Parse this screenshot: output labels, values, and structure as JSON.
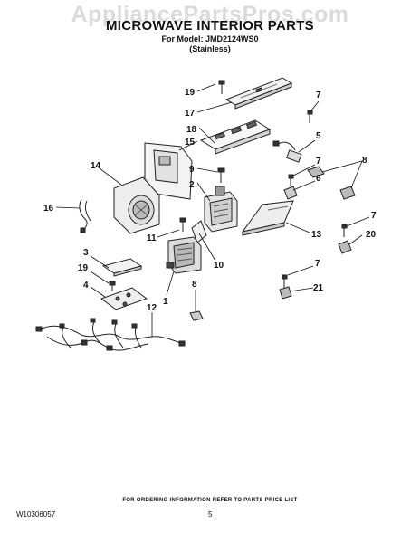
{
  "watermark": "AppliancePartsPros.com",
  "header": {
    "title": "MICROWAVE INTERIOR PARTS",
    "model": "For Model: JMD2124WS0",
    "finish": "(Stainless)"
  },
  "callouts": [
    "19",
    "17",
    "18",
    "15",
    "14",
    "16",
    "9",
    "2",
    "11",
    "10",
    "1",
    "3",
    "19",
    "4",
    "12",
    "8",
    "7",
    "5",
    "7",
    "6",
    "8",
    "13",
    "7",
    "20",
    "7",
    "21"
  ],
  "footer": {
    "note": "FOR ORDERING INFORMATION REFER TO PARTS PRICE LIST",
    "doc_number": "W10306057",
    "page": "5"
  }
}
